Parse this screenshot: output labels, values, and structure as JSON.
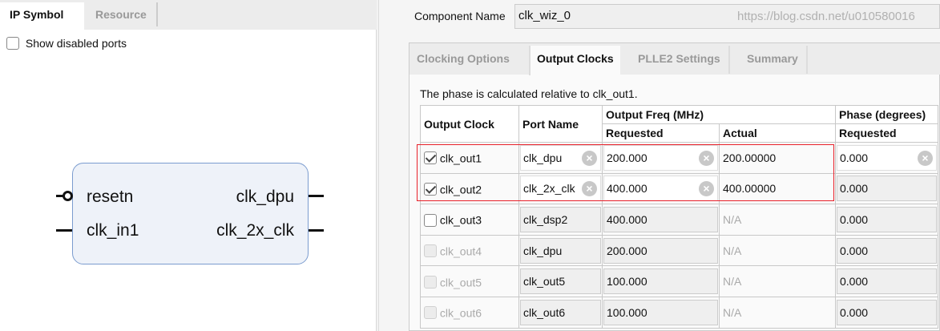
{
  "left_panel": {
    "tabs": [
      {
        "label": "IP Symbol",
        "active": true
      },
      {
        "label": "Resource",
        "active": false
      }
    ],
    "show_disabled_ports": {
      "label": "Show disabled ports",
      "checked": false
    },
    "symbol": {
      "inputs": [
        "resetn",
        "clk_in1"
      ],
      "outputs": [
        "clk_dpu",
        "clk_2x_clk"
      ]
    }
  },
  "component": {
    "label": "Component Name",
    "value": "clk_wiz_0"
  },
  "tabs": [
    {
      "label": "Clocking Options",
      "active": false
    },
    {
      "label": "Output Clocks",
      "active": true
    },
    {
      "label": "PLLE2 Settings",
      "active": false
    },
    {
      "label": "Summary",
      "active": false
    }
  ],
  "note": "The phase is calculated relative to clk_out1.",
  "table": {
    "headers": {
      "output_clock": "Output Clock",
      "port_name": "Port Name",
      "output_freq": "Output Freq (MHz)",
      "requested": "Requested",
      "actual": "Actual",
      "phase": "Phase (degrees)",
      "phase_requested": "Requested"
    },
    "rows": [
      {
        "clock": "clk_out1",
        "checked": true,
        "enabled": true,
        "port": "clk_dpu",
        "req": "200.000",
        "actual": "200.00000",
        "phase": "0.000",
        "editable": true,
        "phase_editable": true
      },
      {
        "clock": "clk_out2",
        "checked": true,
        "enabled": true,
        "port": "clk_2x_clk",
        "req": "400.000",
        "actual": "400.00000",
        "phase": "0.000",
        "editable": true,
        "phase_editable": false
      },
      {
        "clock": "clk_out3",
        "checked": false,
        "enabled": true,
        "port": "clk_dsp2",
        "req": "400.000",
        "actual": "N/A",
        "phase": "0.000",
        "editable": false,
        "phase_editable": false
      },
      {
        "clock": "clk_out4",
        "checked": false,
        "enabled": false,
        "port": "clk_dpu",
        "req": "200.000",
        "actual": "N/A",
        "phase": "0.000",
        "editable": false,
        "phase_editable": false
      },
      {
        "clock": "clk_out5",
        "checked": false,
        "enabled": false,
        "port": "clk_out5",
        "req": "100.000",
        "actual": "N/A",
        "phase": "0.000",
        "editable": false,
        "phase_editable": false
      },
      {
        "clock": "clk_out6",
        "checked": false,
        "enabled": false,
        "port": "clk_out6",
        "req": "100.000",
        "actual": "N/A",
        "phase": "0.000",
        "editable": false,
        "phase_editable": false
      }
    ]
  },
  "highlight_color": "#e8202a",
  "watermark": "https://blog.csdn.net/u010580016"
}
